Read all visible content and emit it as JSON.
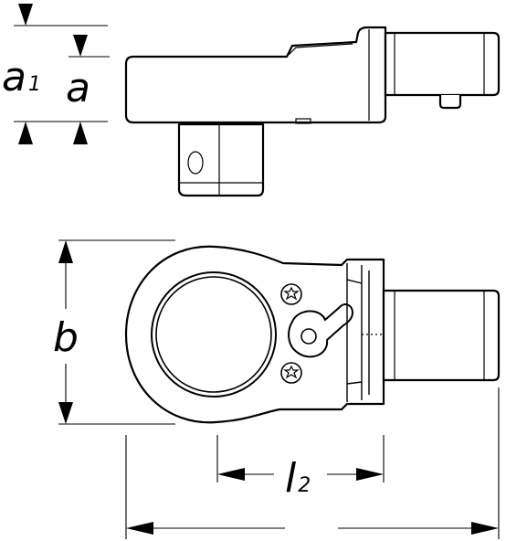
{
  "dimensions": {
    "a1": {
      "letter": "a",
      "sub": "1"
    },
    "a": {
      "letter": "a"
    },
    "b": {
      "letter": "b"
    },
    "l2": {
      "letter": "l",
      "sub": "2"
    }
  },
  "colors": {
    "line": "#000000",
    "background": "#ffffff"
  },
  "icons": [
    "torx-screw-icon",
    "reversing-lever-icon"
  ]
}
